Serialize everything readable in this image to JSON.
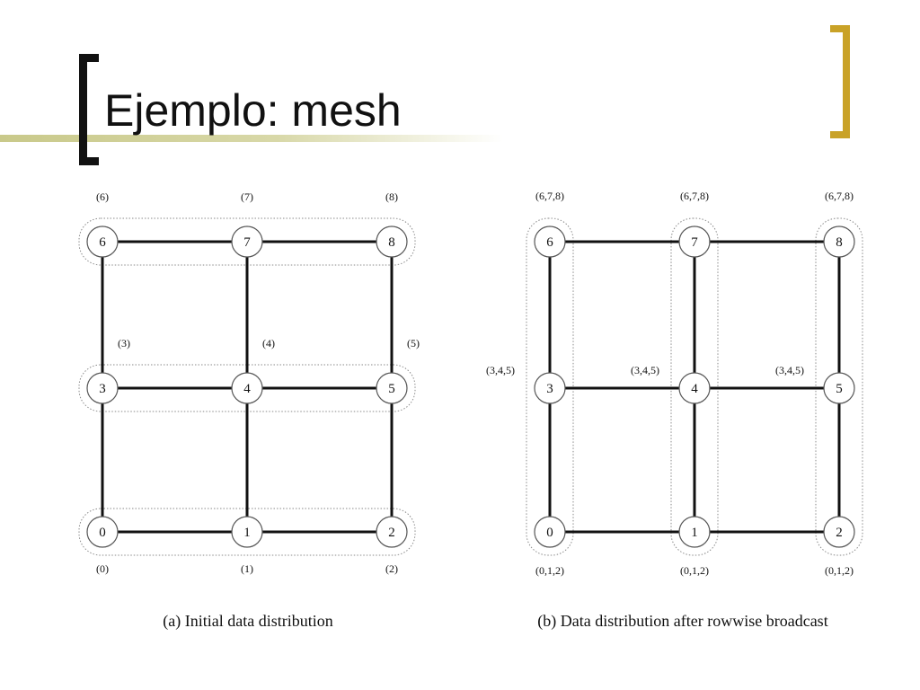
{
  "slide": {
    "title": "Ejemplo: mesh",
    "colors": {
      "left_bracket": "#111111",
      "right_bracket": "#c9a227",
      "title_rule": "#c9c98a"
    }
  },
  "diagrams": [
    {
      "id": "a",
      "caption": "(a)  Initial data distribution",
      "nodes": [
        "0",
        "1",
        "2",
        "3",
        "4",
        "5",
        "6",
        "7",
        "8"
      ],
      "data_labels": [
        "(0)",
        "(1)",
        "(2)",
        "(3)",
        "(4)",
        "(5)",
        "(6)",
        "(7)",
        "(8)"
      ],
      "grouping": "rows"
    },
    {
      "id": "b",
      "caption": "(b)  Data distribution after rowwise broadcast",
      "nodes": [
        "0",
        "1",
        "2",
        "3",
        "4",
        "5",
        "6",
        "7",
        "8"
      ],
      "data_labels": [
        "(0,1,2)",
        "(0,1,2)",
        "(0,1,2)",
        "(3,4,5)",
        "(3,4,5)",
        "(3,4,5)",
        "(6,7,8)",
        "(6,7,8)",
        "(6,7,8)"
      ],
      "grouping": "columns"
    }
  ]
}
